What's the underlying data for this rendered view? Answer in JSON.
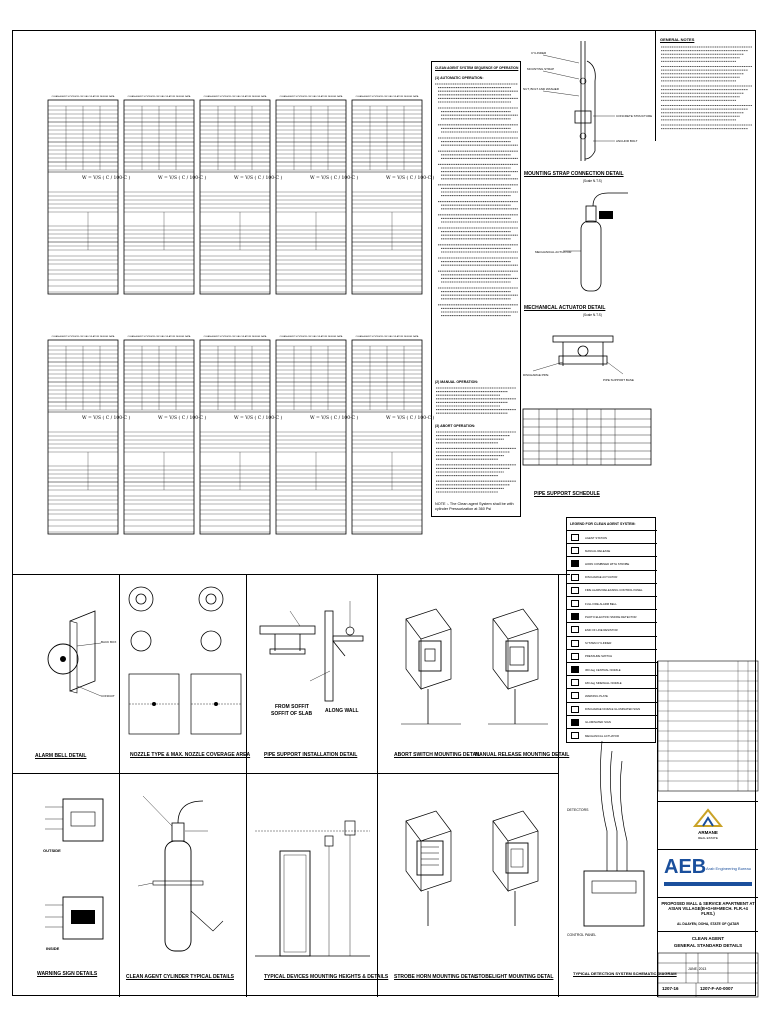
{
  "titles": {
    "notes_heading": "GENERAL NOTES",
    "sequence_heading": "CLEAN AGENT SYSTEM SEQUENCE OF OPERATION",
    "auto_op": "(1) AUTOMATIC OPERATION:",
    "manual_op": "(2) MANUAL OPERATION:",
    "abort_op": "(3) ABORT OPERATION:",
    "sequence_note": "NOTE :- The Clean agent System shall be with cylinder Pressurization at 360 Psi",
    "calc_sheet_title": "CLEAN AGENT SYSTEM FLOW CALCULATION DESIGN DATA",
    "formula": "W = V/S ( C / 100-C )",
    "mounting_strap": "MOUNTING STRAP CONNECTION DETAIL",
    "mechanical_actuator": "MECHANICAL ACTUATOR DETAIL",
    "pipe_support_schedule": "PIPE SUPPORT SCHEDULE",
    "legend": "LEGEND FOR CLEAN AGENT SYSTEM:",
    "alarm_bell": "ALARM BELL DETAIL",
    "nozzle": "NOZZLE TYPE & MAX. NOZZLE COVERAGE AREA",
    "pipe_support_install": "PIPE SUPPORT INSTALLATION DETAIL",
    "abort_switch": "ABORT SWITCH MOUNTING DETAIL",
    "manual_release": "MANUAL RELEASE MOUNTING DETAIL",
    "warning_sign": "WARNING SIGN DETAILS",
    "cylinder": "CLEAN AGENT CYLINDER TYPICAL DETAILS",
    "typical_devices": "TYPICAL DEVICES MOUNTING HEIGHTS & DETAILS",
    "strobe_horn": "STROBE HORN MOUNTING DETAL",
    "strobe_light": "STOBELIGHT MOUNTING DETAL",
    "schematic": "TYPICAL DETECTION SYSTEM SCHEMATIC DIAGRAM",
    "from_soffit": "FROM SOFFIT",
    "soffit_of_slab": "SOFFIT OF SLAB",
    "along_wall": "ALONG WALL",
    "outside": "OUTSIDE",
    "inside": "INSIDE",
    "not_to_scale": "(Scale N.T.S)"
  },
  "legend_items": [
    "AGENT STATION",
    "MANUAL RELEASE",
    "HORN COMBINED WITH STROBE",
    "DISCHARGE ACTUATOR",
    "FIRE ALARM RELEASING CONTROL PANEL",
    "FULL FIRE ALARM BELL",
    "PHOTO ELECTRIC SMOKE DETECTOR",
    "END OF LINE RESISTOR",
    "SYSTEM CYLINDER",
    "PRESSURE SWITCH",
    "360 deg CENTRAL NOZZLE",
    "180 deg SIDEWALL NOZZLE",
    "WARNING PLATE",
    "DISCHARGE NOZZLE ILLUMINATED SIGN",
    "ILLUMINATED SIGN",
    "MECHANICAL ACTUATOR"
  ],
  "title_block": {
    "client": "ARMANE",
    "client_sub": "REAL ESTATE",
    "consultant": "AEB",
    "consultant_sub": "Arab Engineering Bureau",
    "project": "PROPOSED MALL & SERVICE APARTMENT AT ASIAN VILLAGE(B+G+M+MECH. FLR.+4 FLRS.)",
    "location": "AL DAAYEN, DOHA, STATE OF QATAR",
    "drawing_title_1": "CLEAN AGENT",
    "drawing_title_2": "GENERAL STANDARD DETAILS",
    "date": "JUNE, 2013",
    "job_no": "1207-16",
    "drawing_no": "1207-F-A0-0007"
  },
  "colors": {
    "ink": "#000000",
    "paper": "#ffffff",
    "gray": "#777777",
    "aeb_blue": "#1a4f9c",
    "armane_gold": "#c9a227"
  }
}
